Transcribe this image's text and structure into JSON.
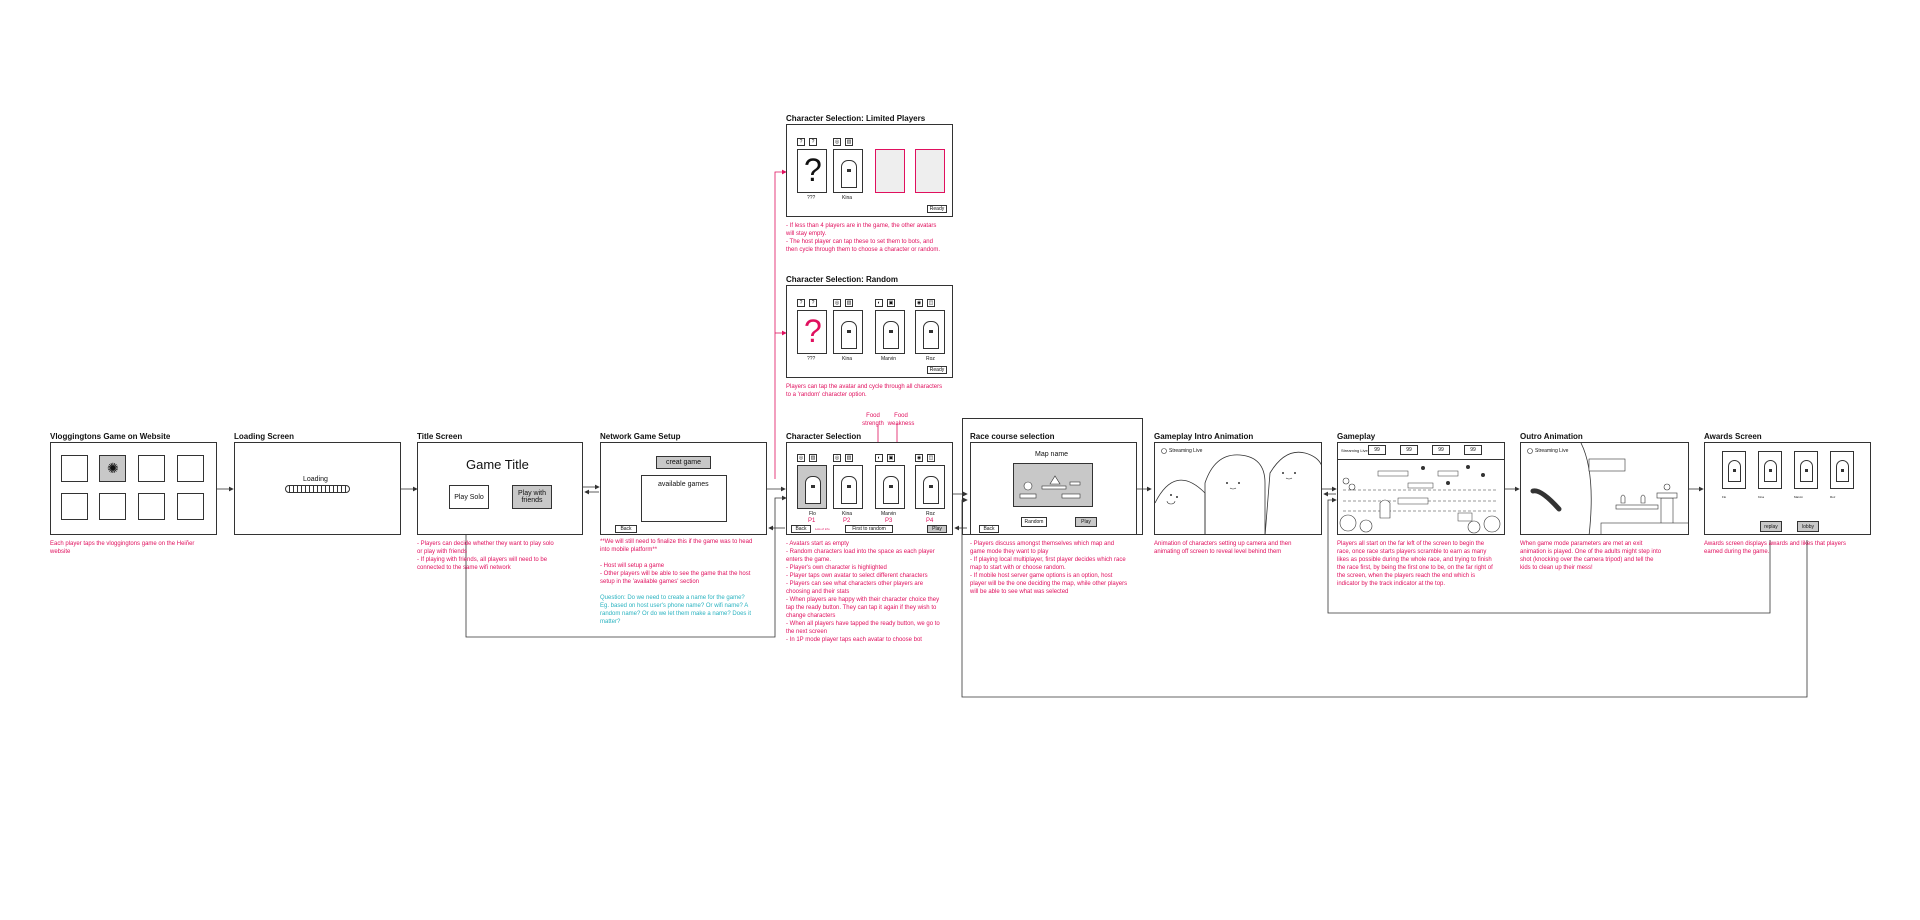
{
  "screens": {
    "vloggingtons": {
      "title": "Vloggingtons Game on Website",
      "note": "Each player taps the vloggingtons game on the Heiñer website"
    },
    "loading": {
      "title": "Loading Screen",
      "label": "Loading"
    },
    "title_screen": {
      "title": "Title Screen",
      "game_title": "Game Title",
      "play_solo": "Play Solo",
      "play_friends": "Play with friends",
      "notes": [
        "- Players can decide whether they want to play solo or play with friends",
        "- If playing with friends, all players will need to be connected to the same wifi network"
      ]
    },
    "network": {
      "title": "Network Game Setup",
      "create": "creat game",
      "available": "available games",
      "back": "Back",
      "notes_pink": [
        "**We will still need to finalize this if the game was to head into mobile platform**",
        "",
        "- Host will setup a game",
        "- Other players will be able to see the game that the host setup in the 'available games' section"
      ],
      "notes_cyan": [
        "Question: Do we need to create a name for the game? Eg. based on host user's phone name? Or wifi name? A random name? Or do we let them make a name? Does it matter?"
      ]
    },
    "char_select": {
      "title": "Character Selection",
      "back": "Back",
      "first_to_random": "First to random",
      "play": "Play",
      "food_strength": "Food strength",
      "food_weakness": "Food weakness",
      "subtitle": "Lots of info",
      "players": [
        {
          "name": "Flo",
          "p": "P1"
        },
        {
          "name": "Kina",
          "p": "P2"
        },
        {
          "name": "Marvin",
          "p": "P3"
        },
        {
          "name": "Roz",
          "p": "P4"
        }
      ],
      "notes": [
        "- Avatars start as empty",
        "- Random characters load into the space as each player enters the game.",
        "- Player's own character is highlighted",
        "- Player taps own avatar to select different characters",
        "- Players can see what characters other players are choosing and their stats",
        "- When players are happy with their character choice they tap the ready button. They can tap it again if they wish to change characters",
        "- When all players have tapped the ready button, we go to the next screen",
        "- In 1P mode player taps each avatar to choose bot"
      ]
    },
    "char_limited": {
      "title": "Character Selection: Limited Players",
      "unknown": "???",
      "kina": "Kina",
      "ready": "Ready",
      "notes": [
        "- If less than 4 players are in the game, the other avatars will stay empty.",
        "- The host player can tap these to set them to bots, and then cycle through them to choose a character or random."
      ]
    },
    "char_random": {
      "title": "Character Selection: Random",
      "unknown": "???",
      "names": [
        "Kina",
        "Marvin",
        "Roz"
      ],
      "ready": "Ready",
      "notes": [
        "Players can tap the avatar and cycle through all characters to a 'random' character option."
      ]
    },
    "race_course": {
      "title": "Race course selection",
      "map_name": "Map name",
      "random": "Random",
      "play": "Play",
      "back": "Back",
      "notes": [
        "- Players discuss amongst themselves which map and game mode they want to play",
        "- If playing local multiplayer, first player decides which race map to start with or choose random.",
        "- If mobile host server game options is an option, host player will be the one deciding the map, while other players will be able to see what was selected"
      ]
    },
    "intro": {
      "title": "Gameplay Intro Animation",
      "streaming": "Streaming Live",
      "notes": [
        "Animation of characters setting up camera and then animating off screen to reveal level behind them"
      ]
    },
    "gameplay": {
      "title": "Gameplay",
      "streaming": "Streaming Live",
      "score": "99",
      "notes": [
        "Players all start on the far left of the screen to begin the race, once race starts players scramble to earn as many likes as possible during the whole race, and trying to finish the race first, by being the first one to be, on the far right of the screen, when the players reach the end which is indicator by the track indicator at the top."
      ]
    },
    "outro": {
      "title": "Outro Animation",
      "streaming": "Streaming Live",
      "notes": [
        "When game mode parameters are met an exit animation is played. One of the adults might step into shot (knocking over the camera tripod) and tell the kids to clean up their mess!"
      ]
    },
    "awards": {
      "title": "Awards Screen",
      "replay": "replay",
      "lobby": "lobby",
      "stats": [
        "Flo",
        "Kina",
        "Marvin",
        "Roz"
      ],
      "notes": [
        "Awards screen displays awards and likes that players earned during the game."
      ]
    }
  },
  "colors": {
    "accent": "#e0105e",
    "cyan": "#2bb3c0",
    "gray": "#c8c8c8"
  }
}
